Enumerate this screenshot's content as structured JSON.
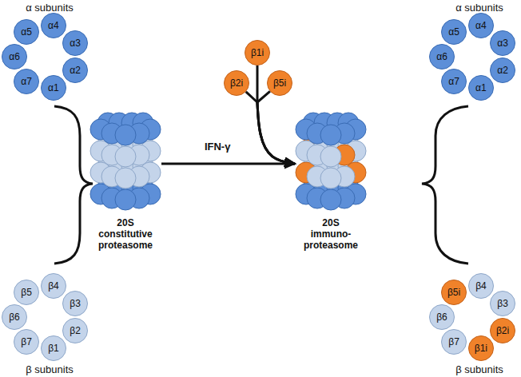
{
  "diagram": {
    "nodes": [
      {
        "text": [
          "α5"
        ]
      },
      {
        "text": [
          "α4"
        ]
      },
      {
        "text": [
          "α3"
        ]
      },
      {
        "text": [
          "α2"
        ]
      },
      {
        "text": [
          "α1"
        ]
      },
      {
        "text": [
          "α7"
        ]
      },
      {
        "text": [
          "α6"
        ]
      },
      {
        "text": [
          "β5"
        ]
      },
      {
        "text": [
          "β4"
        ]
      },
      {
        "text": [
          "β3"
        ]
      },
      {
        "text": [
          "β2"
        ]
      },
      {
        "text": [
          "β1"
        ]
      },
      {
        "text": [
          "β7"
        ]
      },
      {
        "text": [
          "β6"
        ]
      },
      {
        "text": [
          "20S constitutive proteasome"
        ]
      },
      {
        "text": [
          "β1i"
        ]
      },
      {
        "text": [
          "β2i"
        ]
      },
      {
        "text": [
          "β5i"
        ]
      },
      {
        "text": [
          "20S immuno- proteasome"
        ]
      },
      {
        "text": [
          "α5"
        ]
      },
      {
        "text": [
          "α4"
        ]
      },
      {
        "text": [
          "α3"
        ]
      },
      {
        "text": [
          "α2"
        ]
      },
      {
        "text": [
          "α1"
        ]
      },
      {
        "text": [
          "α7"
        ]
      },
      {
        "text": [
          "α6"
        ]
      },
      {
        "text": [
          "β5i"
        ]
      },
      {
        "text": [
          "β4"
        ]
      },
      {
        "text": [
          "β3"
        ]
      },
      {
        "text": [
          "β2i"
        ]
      },
      {
        "text": [
          "β1i"
        ]
      },
      {
        "text": [
          "β7"
        ]
      },
      {
        "text": [
          "β6"
        ]
      }
    ],
    "edges": [
      {
        "from": 14,
        "to": 18,
        "arrow": "to",
        "label": "IFN-γ"
      },
      {
        "from": 15,
        "to": 18,
        "arrow": "to"
      },
      {
        "from": 16,
        "to": 18,
        "arrow": "to"
      },
      {
        "from": 17,
        "to": 18,
        "arrow": "to"
      }
    ],
    "labels": [
      "α subunits",
      "α subunits",
      "β subunits",
      "β subunits"
    ]
  }
}
